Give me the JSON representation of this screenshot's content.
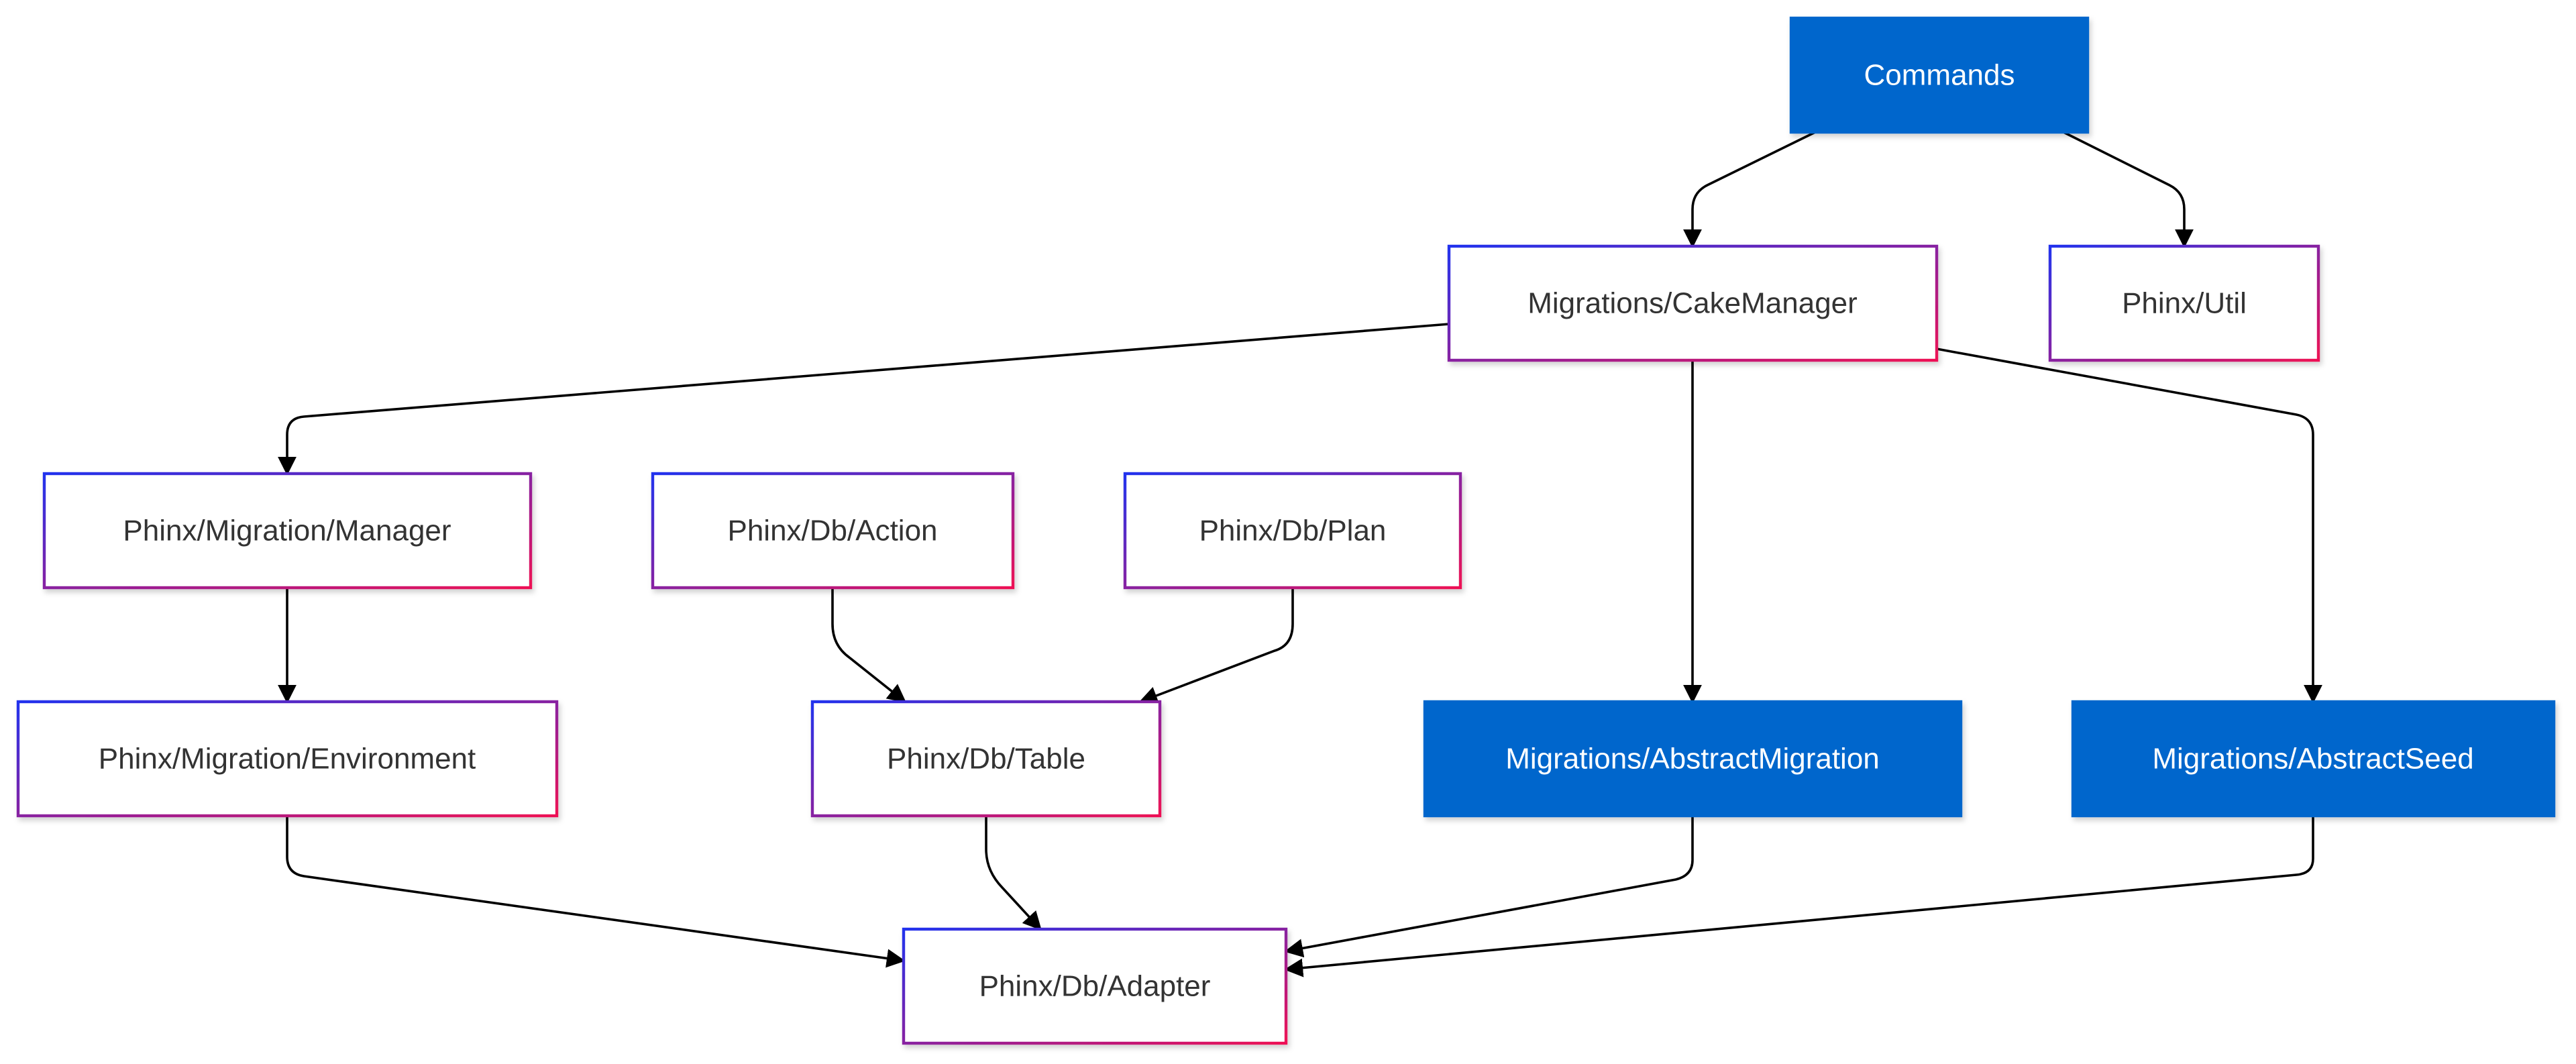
{
  "colors": {
    "filled_node": "#0066cc",
    "gradient_start": "#2233ee",
    "gradient_end": "#ee1155",
    "edge": "#000000",
    "dark_text": "#333333",
    "light_text": "#ffffff"
  },
  "nodes": {
    "commands": {
      "label": "Commands",
      "style": "filled"
    },
    "cake_manager": {
      "label": "Migrations/CakeManager",
      "style": "outline"
    },
    "util": {
      "label": "Phinx/Util",
      "style": "outline"
    },
    "migration_manager": {
      "label": "Phinx/Migration/Manager",
      "style": "outline"
    },
    "db_action": {
      "label": "Phinx/Db/Action",
      "style": "outline"
    },
    "db_plan": {
      "label": "Phinx/Db/Plan",
      "style": "outline"
    },
    "migration_environment": {
      "label": "Phinx/Migration/Environment",
      "style": "outline"
    },
    "db_table": {
      "label": "Phinx/Db/Table",
      "style": "outline"
    },
    "abstract_migration": {
      "label": "Migrations/AbstractMigration",
      "style": "filled"
    },
    "abstract_seed": {
      "label": "Migrations/AbstractSeed",
      "style": "filled"
    },
    "db_adapter": {
      "label": "Phinx/Db/Adapter",
      "style": "outline"
    }
  },
  "edges": [
    {
      "from": "commands",
      "to": "cake_manager"
    },
    {
      "from": "commands",
      "to": "util"
    },
    {
      "from": "cake_manager",
      "to": "migration_manager"
    },
    {
      "from": "cake_manager",
      "to": "abstract_migration"
    },
    {
      "from": "cake_manager",
      "to": "abstract_seed"
    },
    {
      "from": "migration_manager",
      "to": "migration_environment"
    },
    {
      "from": "db_action",
      "to": "db_table"
    },
    {
      "from": "db_plan",
      "to": "db_table"
    },
    {
      "from": "migration_environment",
      "to": "db_adapter"
    },
    {
      "from": "db_table",
      "to": "db_adapter"
    },
    {
      "from": "abstract_migration",
      "to": "db_adapter"
    },
    {
      "from": "abstract_seed",
      "to": "db_adapter"
    }
  ]
}
